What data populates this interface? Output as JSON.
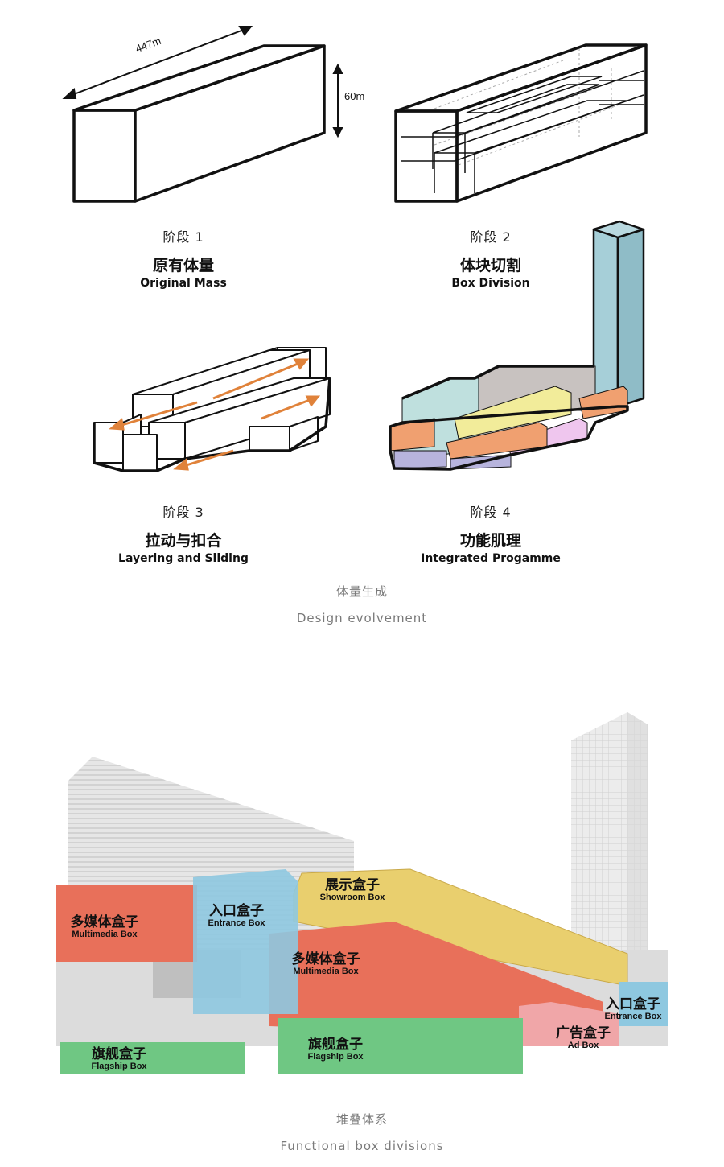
{
  "dimensions": {
    "length": "447m",
    "height": "60m"
  },
  "stages": [
    {
      "num": "阶段 1",
      "zh": "原有体量",
      "en": "Original Mass"
    },
    {
      "num": "阶段 2",
      "zh": "体块切割",
      "en": "Box Division"
    },
    {
      "num": "阶段 3",
      "zh": "拉动与扣合",
      "en": "Layering and Sliding"
    },
    {
      "num": "阶段 4",
      "zh": "功能肌理",
      "en": "Integrated Progamme"
    }
  ],
  "caption1": {
    "zh": "体量生成",
    "en": "Design evolvement"
  },
  "boxes": {
    "multimedia_left": {
      "zh": "多媒体盒子",
      "en": "Multimedia Box"
    },
    "entrance_left": {
      "zh": "入口盒子",
      "en": "Entrance Box"
    },
    "showroom": {
      "zh": "展示盒子",
      "en": "Showroom Box"
    },
    "multimedia_center": {
      "zh": "多媒体盒子",
      "en": "Multimedia Box"
    },
    "entrance_right": {
      "zh": "入口盒子",
      "en": "Entrance Box"
    },
    "ad": {
      "zh": "广告盒子",
      "en": "Ad Box"
    },
    "flagship_left": {
      "zh": "旗舰盒子",
      "en": "Flagship Box"
    },
    "flagship_center": {
      "zh": "旗舰盒子",
      "en": "Flagship Box"
    }
  },
  "caption2": {
    "zh": "堆叠体系",
    "en": "Functional box divisions"
  },
  "colors": {
    "multimedia": "#e8705a",
    "entrance": "#8ec8e0",
    "showroom": "#e9cf6e",
    "flagship": "#6fc783",
    "ad": "#f0a6a8",
    "stage4_orange": "#f0a070",
    "stage4_yellow": "#f2ec9a",
    "stage4_pink": "#efc6ee",
    "stage4_blue": "#a6cfd8"
  }
}
